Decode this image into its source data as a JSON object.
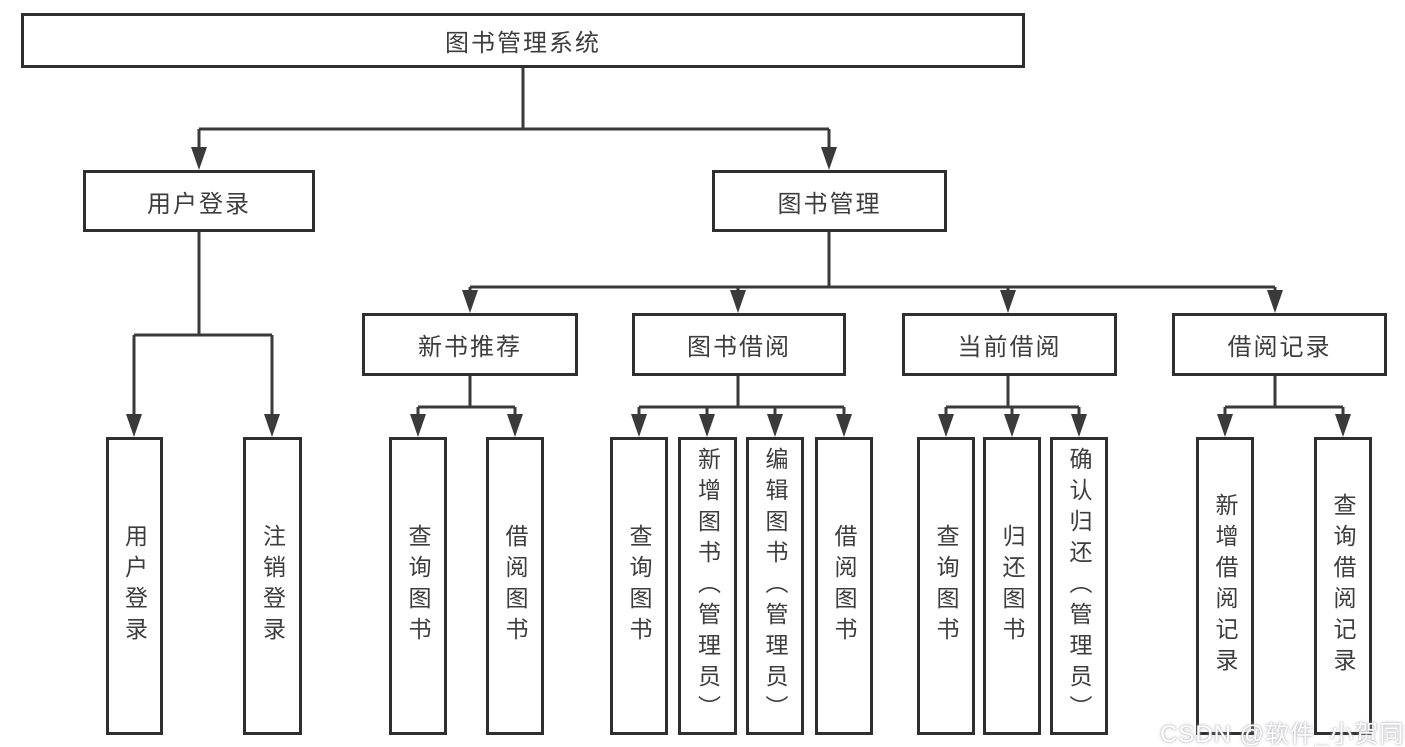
{
  "tree": {
    "root": {
      "label": "图书管理系统",
      "children": [
        {
          "label": "用户登录",
          "children": [
            {
              "label": "用户登录"
            },
            {
              "label": "注销登录"
            }
          ]
        },
        {
          "label": "图书管理",
          "children": [
            {
              "label": "新书推荐",
              "children": [
                {
                  "label": "查询图书"
                },
                {
                  "label": "借阅图书"
                }
              ]
            },
            {
              "label": "图书借阅",
              "children": [
                {
                  "label": "查询图书"
                },
                {
                  "label": "新增图书（管理员）"
                },
                {
                  "label": "编辑图书（管理员）"
                },
                {
                  "label": "借阅图书"
                }
              ]
            },
            {
              "label": "当前借阅",
              "children": [
                {
                  "label": "查询图书"
                },
                {
                  "label": "归还图书"
                },
                {
                  "label": "确认归还（管理员）"
                }
              ]
            },
            {
              "label": "借阅记录",
              "children": [
                {
                  "label": "新增借阅记录"
                },
                {
                  "label": "查询借阅记录"
                }
              ]
            }
          ]
        }
      ]
    }
  },
  "watermark": "CSDN @软件_小贺同学",
  "colors": {
    "background": "#ffffff",
    "node_border": "#2f2f2f",
    "node_text": "#3d3d3d",
    "connector_line": "#3a3a3a",
    "watermark_text": "#ffffff"
  }
}
